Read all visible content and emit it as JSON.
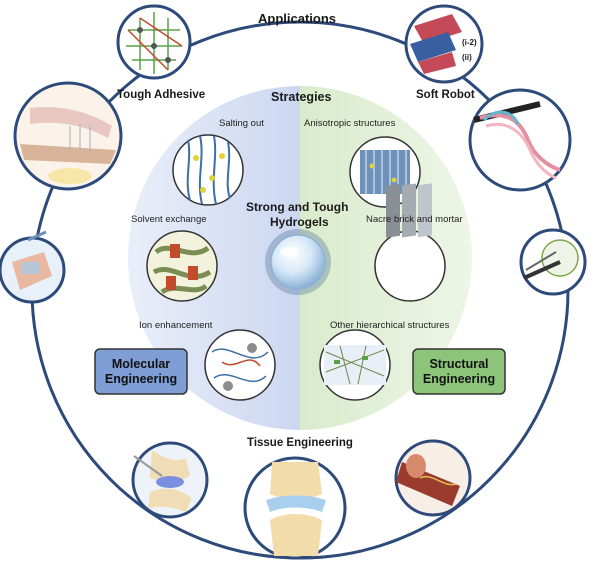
{
  "outer": {
    "title": "Applications",
    "apps": [
      {
        "id": "tough-adhesive",
        "label": "Tough Adhesive"
      },
      {
        "id": "soft-robot",
        "label": "Soft Robot"
      },
      {
        "id": "tissue-engineering",
        "label": "Tissue Engineering"
      }
    ],
    "soft_robot_annotations": [
      "(i-2)",
      "(ii)"
    ]
  },
  "inner": {
    "title": "Strategies",
    "center_title": "Strong and Tough",
    "center_title_2": "Hydrogels",
    "left_strategies": [
      "Salting out",
      "Solvent exchange",
      "Ion enhancement"
    ],
    "right_strategies": [
      "Anisotropic structures",
      "Nacre brick and mortar",
      "Other hierarchical structures"
    ],
    "molecular_box": [
      "Molecular",
      "Engineering"
    ],
    "structural_box": [
      "Structural",
      "Engineering"
    ]
  },
  "colors": {
    "ring": "#2d4a7a",
    "molecular_fill": "#7f9ed6",
    "structural_fill": "#8cc57a",
    "left_gradient": "#b9c7ec",
    "right_gradient": "#c8e2b6"
  }
}
